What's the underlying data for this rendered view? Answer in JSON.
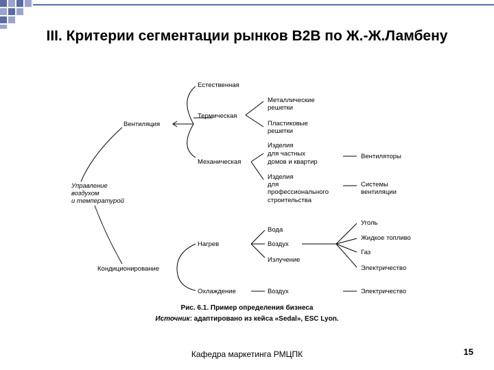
{
  "slide": {
    "title": "III. Критерии сегментации рынков B2B  по Ж.-Ж.Ламбену",
    "footer": "Кафедра маркетинга РМЦПК",
    "page_number": "15"
  },
  "diagram": {
    "root": [
      "Управление",
      "воздухом",
      "и температурой"
    ],
    "ventilation": "Вентиляция",
    "natural": "Естественная",
    "thermal": "Термическая",
    "metal": [
      "Металлические",
      "решетки"
    ],
    "plastic": [
      "Пластиковые",
      "решетки"
    ],
    "mechanical": "Механическая",
    "private": [
      "Изделия",
      "для частных",
      "домов и квартир"
    ],
    "fans": "Вентиляторы",
    "professional": [
      "Изделия",
      "для",
      "профессионального",
      "строительства"
    ],
    "systems": [
      "Системы",
      "вентиляции"
    ],
    "conditioning": "Кондиционирование",
    "heating": "Нагрев",
    "water": "Вода",
    "air1": "Воздух",
    "radiation": "Излучение",
    "coal": "Уголь",
    "liquid_fuel": "Жидкое топливо",
    "gas": "Газ",
    "electricity1": "Электричество",
    "cooling": "Охлаждение",
    "air2": "Воздух",
    "electricity2": "Электричество"
  },
  "caption": {
    "line1": "Рис. 6.1. Пример определения бизнеса",
    "source_label": "Источник",
    "source_text": ": адаптировано из кейса «Sedal», ESC Lyon."
  }
}
